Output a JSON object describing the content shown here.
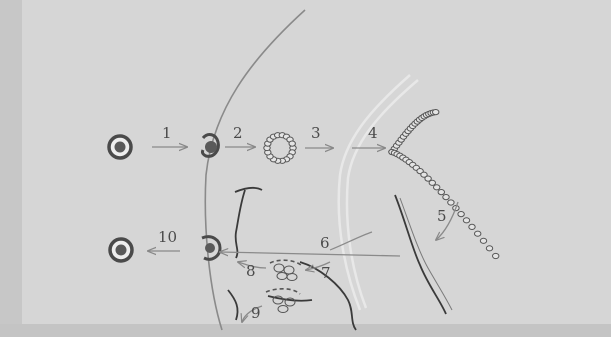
{
  "diagram": {
    "step_labels": [
      "1",
      "2",
      "3",
      "4",
      "5",
      "6",
      "7",
      "8",
      "9",
      "10"
    ]
  },
  "colors": {
    "background": "#d6d6d6",
    "line": "#6a6a6a",
    "particle_fill": "#5a5a5a",
    "particle_ring": "#4a4a4a",
    "arrow": "#8a8a8a"
  }
}
